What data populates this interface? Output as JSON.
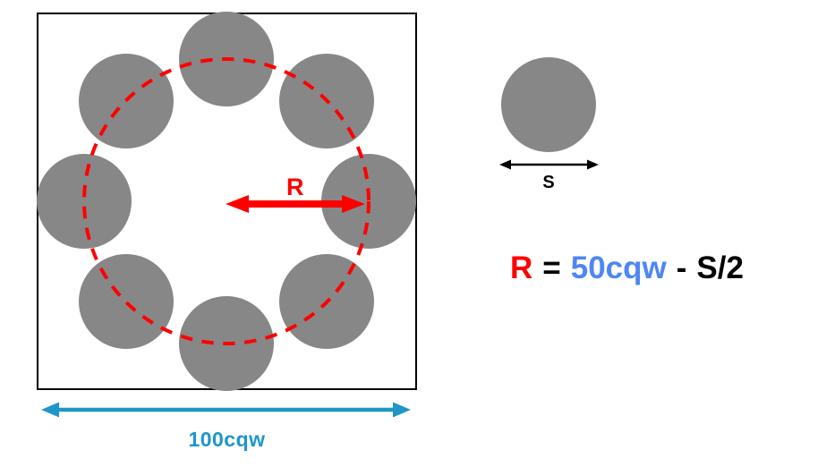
{
  "diagram": {
    "radius_label": "R",
    "container_width_label": "100cqw",
    "size_label": "S",
    "circle_count": 8
  },
  "formula": {
    "lhs": "R",
    "equals": "=",
    "term1": "50cqw",
    "minus": "-",
    "term2": "S/2"
  },
  "colors": {
    "circle_gray": "#878787",
    "accent_red": "#ff0000",
    "accent_teal": "#1e96c8",
    "formula_blue": "#4e86f5",
    "ink": "#000000"
  }
}
